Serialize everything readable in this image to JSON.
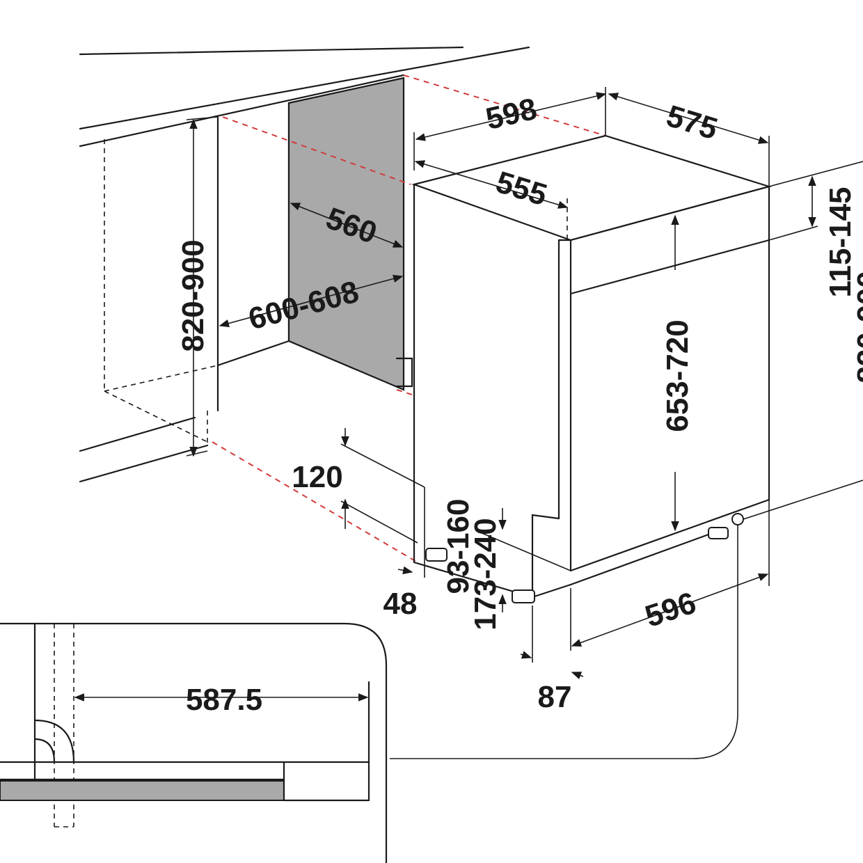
{
  "dimensions": {
    "top_width": "598",
    "depth": "575",
    "inner_width": "555",
    "niche_depth": "560",
    "niche_width": "600-608",
    "niche_height": "820-900",
    "door_height": "653-720",
    "panel_height": "115-145",
    "right_total_partial": "820-900",
    "plinth_height": "120",
    "toe_depth": "48",
    "foot_93_160": "93-160",
    "foot_173_240": "173-240",
    "base_width": "596",
    "door_offset": "87",
    "detail_width": "587.5"
  },
  "colors": {
    "line": "#1a1a1a",
    "guide": "#d23a3a",
    "panel": "#a9a9a9"
  }
}
